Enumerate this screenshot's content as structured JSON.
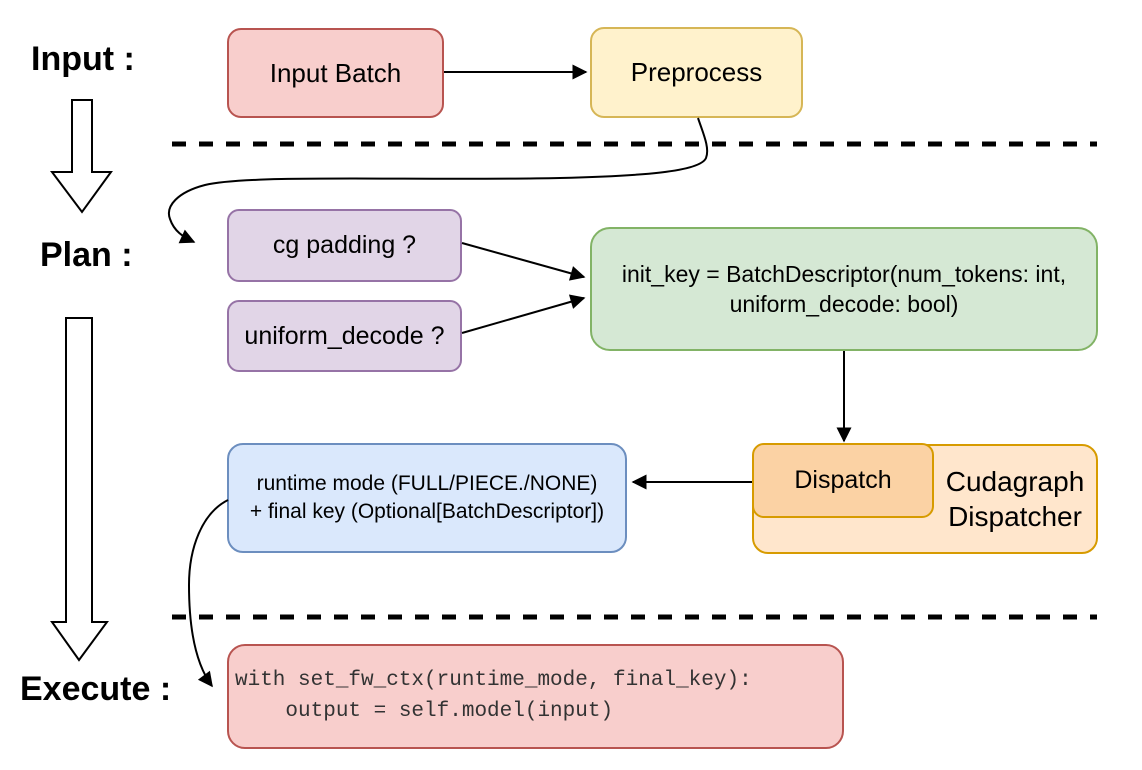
{
  "stages": {
    "input": "Input :",
    "plan": "Plan :",
    "execute": "Execute :"
  },
  "nodes": {
    "input_batch": {
      "label": "Input Batch"
    },
    "preprocess": {
      "label": "Preprocess"
    },
    "cg_padding": {
      "label": "cg padding ?"
    },
    "uniform_decode": {
      "label": "uniform_decode ?"
    },
    "init_key": {
      "line1": "init_key = BatchDescriptor(num_tokens: int,",
      "line2": "uniform_decode: bool)"
    },
    "dispatch": {
      "label": "Dispatch"
    },
    "cudagraph_dispatcher": {
      "line1": "Cudagraph",
      "line2": "Dispatcher"
    },
    "runtime_mode": {
      "line1": "runtime mode (FULL/PIECE./NONE)",
      "line2": "+ final key (Optional[BatchDescriptor])"
    },
    "execute_code": {
      "line1": "with set_fw_ctx(runtime_mode, final_key):",
      "line2": "    output = self.model(input)"
    }
  },
  "edges": [
    {
      "from": "input_batch",
      "to": "preprocess"
    },
    {
      "from": "preprocess",
      "to": "cg_padding"
    },
    {
      "from": "cg_padding",
      "to": "init_key"
    },
    {
      "from": "uniform_decode",
      "to": "init_key"
    },
    {
      "from": "init_key",
      "to": "dispatch"
    },
    {
      "from": "dispatch",
      "to": "runtime_mode"
    },
    {
      "from": "runtime_mode",
      "to": "execute_code"
    }
  ],
  "colors": {
    "red_fill": "#f8cecc",
    "red_stroke": "#b85450",
    "yellow_fill": "#fff2cc",
    "yellow_stroke": "#d6b656",
    "purple_fill": "#e1d5e7",
    "purple_stroke": "#9673a6",
    "green_fill": "#d5e8d4",
    "green_stroke": "#82b366",
    "blue_fill": "#dae8fc",
    "blue_stroke": "#6c8ebf",
    "orange_fill": "#ffe6cc",
    "orange_inner_fill": "#fbd2a4",
    "orange_stroke": "#d79b00",
    "line": "#000000"
  }
}
